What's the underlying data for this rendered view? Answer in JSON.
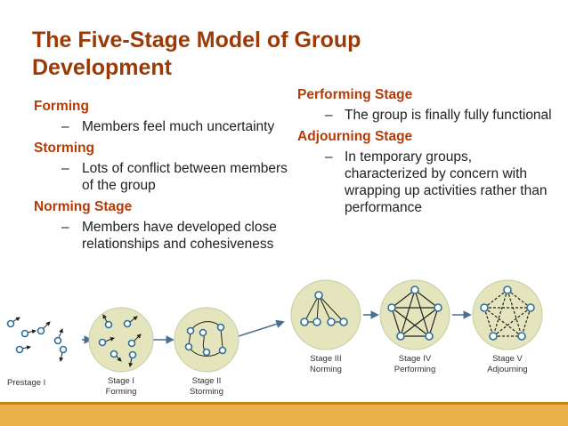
{
  "title": "The Five-Stage Model of Group Development",
  "left_column": [
    {
      "heading": "Forming",
      "text": "Members feel much uncertainty"
    },
    {
      "heading": "Storming",
      "text": "Lots of conflict between members of the group"
    },
    {
      "heading": "Norming Stage",
      "text": "Members have developed close relationships and cohesiveness"
    }
  ],
  "right_column": [
    {
      "heading": "Performing Stage",
      "text": "The group is finally fully functional"
    },
    {
      "heading": "Adjourning Stage",
      "text": "In temporary groups, characterized by concern with wrapping up activities rather than performance"
    }
  ],
  "dash": "–",
  "diagram": {
    "prestage": "Prestage I",
    "stages": [
      {
        "line1": "Stage I",
        "line2": "Forming"
      },
      {
        "line1": "Stage II",
        "line2": "Storming"
      },
      {
        "line1": "Stage III",
        "line2": "Norming"
      },
      {
        "line1": "Stage IV",
        "line2": "Performing"
      },
      {
        "line1": "Stage V",
        "line2": "Adjourning"
      }
    ]
  },
  "colors": {
    "title": "#9a3a06",
    "heading": "#b33b06",
    "circle_fill": "#e4e5bd",
    "node": "#2e6f9e",
    "footer": "#e8b14a"
  }
}
